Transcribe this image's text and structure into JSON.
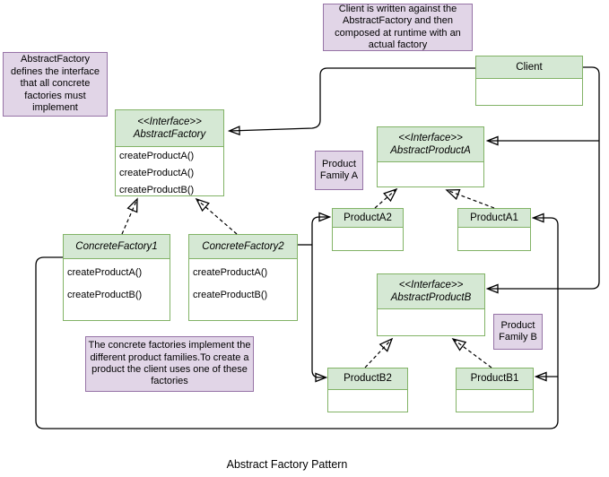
{
  "title": "Abstract Factory Pattern",
  "colors": {
    "class_fill": "#d5e8d4",
    "class_border": "#82b366",
    "note_fill": "#e1d5e7",
    "note_border": "#9673a6",
    "line": "#000000",
    "background": "#ffffff"
  },
  "notes": {
    "client_note": "Client is written against the AbstractFactory and then composed at runtime with an actual factory",
    "abstract_factory_note": "AbstractFactory defines the interface that all concrete factories must implement",
    "concrete_factories_note": "The concrete factories implement the different product families.To create a product the client uses one of these factories",
    "product_family_a": "Product Family A",
    "product_family_b": "Product Family B"
  },
  "classes": {
    "client": {
      "name": "Client"
    },
    "abstract_factory": {
      "stereotype": "<<Interface>>",
      "name": "AbstractFactory",
      "methods": [
        "createProductA()",
        "createProductA()",
        "createProductB()"
      ]
    },
    "abstract_product_a": {
      "stereotype": "<<Interface>>",
      "name": "AbstractProductA"
    },
    "abstract_product_b": {
      "stereotype": "<<Interface>>",
      "name": "AbstractProductB"
    },
    "concrete_factory_1": {
      "name": "ConcreteFactory1",
      "methods": [
        "createProductA()",
        "createProductB()"
      ]
    },
    "concrete_factory_2": {
      "name": "ConcreteFactory2",
      "methods": [
        "createProductA()",
        "createProductB()"
      ]
    },
    "product_a2": {
      "name": "ProductA2"
    },
    "product_a1": {
      "name": "ProductA1"
    },
    "product_b2": {
      "name": "ProductB2"
    },
    "product_b1": {
      "name": "ProductB1"
    }
  }
}
